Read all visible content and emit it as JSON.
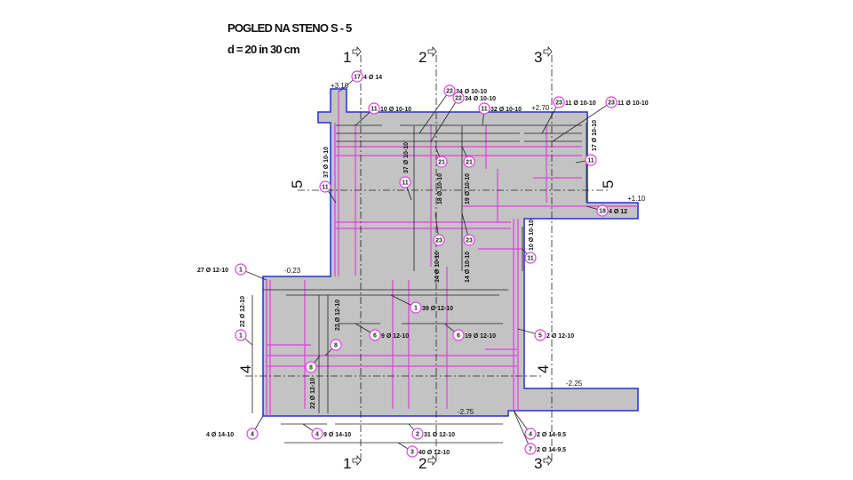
{
  "title": "POGLED NA STENO S - 5",
  "subtitle": "d = 20 in 30 cm",
  "axes": {
    "a1": "1",
    "a2": "2",
    "a3": "3",
    "a4": "4",
    "a5": "5"
  },
  "elevations": {
    "e1": "+3.10",
    "e2": "+2.70",
    "e3": "+1.10",
    "e4": "-0.23",
    "e5": "-2.25",
    "e6": "-2.75"
  },
  "bars": [
    {
      "pos": "17",
      "text": "4 Ø 14"
    },
    {
      "pos": "11",
      "text": "10 Ø 10-10"
    },
    {
      "pos": "22",
      "text": "34 Ø 10-10"
    },
    {
      "pos": "22",
      "text": "34 Ø 10-10"
    },
    {
      "pos": "11",
      "text": "32 Ø 10-10"
    },
    {
      "pos": "23",
      "text": "11 Ø 10-10"
    },
    {
      "pos": "23",
      "text": "11 Ø 10-10"
    },
    {
      "pos": "11",
      "text": "17 Ø 10-10"
    },
    {
      "pos": "11",
      "text": "37 Ø 10-10"
    },
    {
      "pos": "11",
      "text": "37 Ø 10-10"
    },
    {
      "pos": "21",
      "text": "18 Ø 10-10"
    },
    {
      "pos": "21",
      "text": "19 Ø 10-10"
    },
    {
      "pos": "18",
      "text": "4 Ø 12"
    },
    {
      "pos": "23",
      "text": "14 Ø 10-10"
    },
    {
      "pos": "23",
      "text": "14 Ø 10-10"
    },
    {
      "pos": "11",
      "text": "10 Ø 10-10"
    },
    {
      "pos": "1",
      "text": "27 Ø 12-10"
    },
    {
      "pos": "1",
      "text": "22 Ø 12-10"
    },
    {
      "pos": "1",
      "text": "39 Ø 12-10"
    },
    {
      "pos": "6",
      "text": "9 Ø 12-10"
    },
    {
      "pos": "8",
      "text": "22 Ø 12-10"
    },
    {
      "pos": "6",
      "text": "19 Ø 12-10"
    },
    {
      "pos": "5",
      "text": "2 Ø 12-10"
    },
    {
      "pos": "8",
      "text": "22 Ø 12-10"
    },
    {
      "pos": "4",
      "text": "4 Ø 14-10"
    },
    {
      "pos": "4",
      "text": "9 Ø 14-10"
    },
    {
      "pos": "2",
      "text": "31 Ø 12-10"
    },
    {
      "pos": "3",
      "text": "40 Ø 12-10"
    },
    {
      "pos": "4",
      "text": "2 Ø 14-9.5"
    },
    {
      "pos": "7",
      "text": "2 Ø 14-9.5"
    }
  ],
  "colors": {
    "concrete": "#c3c3c3",
    "outline": "#2233cc",
    "rebar": "#e040e0"
  }
}
